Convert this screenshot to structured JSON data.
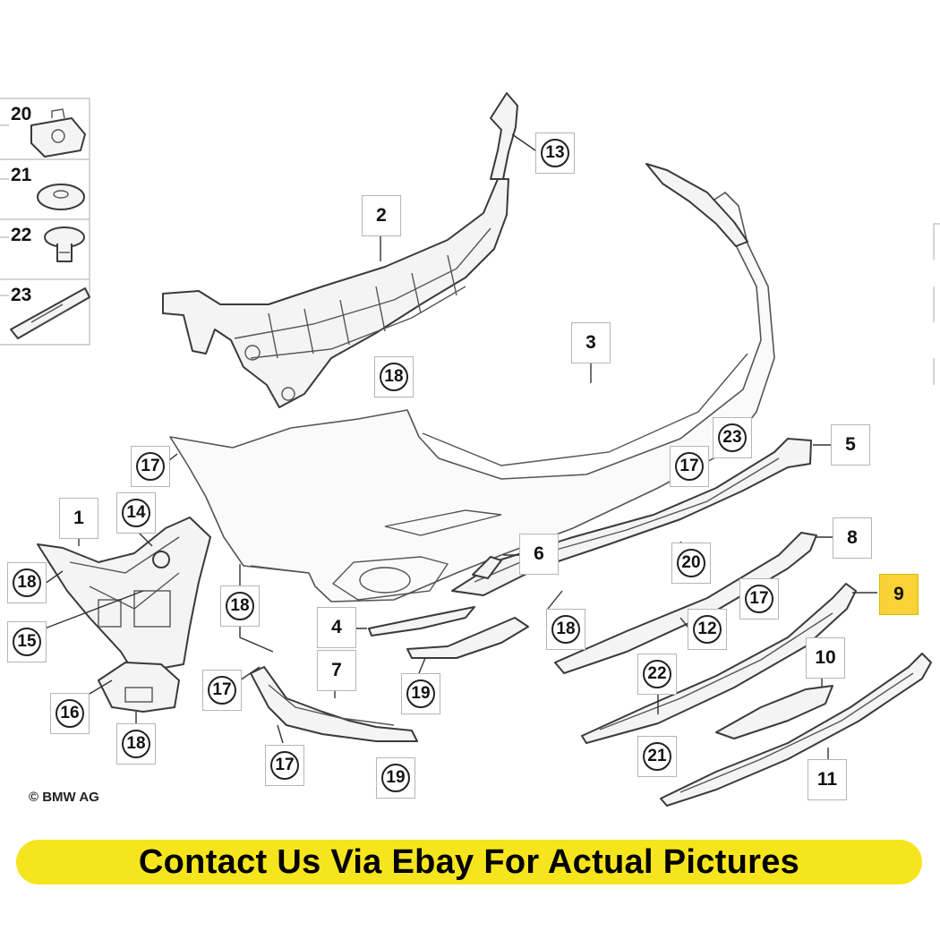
{
  "diagram": {
    "copyright": "© BMW AG",
    "banner_text": "Contact Us Via Ebay For Actual Pictures",
    "highlight_color": "#f8d237",
    "banner_color": "#f6e51c",
    "grid_items": [
      {
        "label": "20",
        "icon": "clip-nut-icon"
      },
      {
        "label": "21",
        "icon": "washer-icon"
      },
      {
        "label": "22",
        "icon": "push-rivet-icon"
      },
      {
        "label": "23",
        "icon": "bracket-clip-icon"
      }
    ],
    "callouts": [
      {
        "label": "13",
        "style": "circled"
      },
      {
        "label": "2",
        "style": "plain"
      },
      {
        "label": "18",
        "style": "circled"
      },
      {
        "label": "3",
        "style": "plain"
      },
      {
        "label": "17",
        "style": "circled"
      },
      {
        "label": "23",
        "style": "circled"
      },
      {
        "label": "17",
        "style": "circled"
      },
      {
        "label": "5",
        "style": "plain"
      },
      {
        "label": "1",
        "style": "plain"
      },
      {
        "label": "14",
        "style": "circled"
      },
      {
        "label": "18",
        "style": "circled"
      },
      {
        "label": "15",
        "style": "circled"
      },
      {
        "label": "6",
        "style": "plain"
      },
      {
        "label": "8",
        "style": "plain"
      },
      {
        "label": "20",
        "style": "circled"
      },
      {
        "label": "18",
        "style": "circled"
      },
      {
        "label": "4",
        "style": "plain"
      },
      {
        "label": "17",
        "style": "circled"
      },
      {
        "label": "9",
        "style": "plain-highlight"
      },
      {
        "label": "12",
        "style": "circled"
      },
      {
        "label": "18",
        "style": "circled"
      },
      {
        "label": "17",
        "style": "circled"
      },
      {
        "label": "7",
        "style": "plain"
      },
      {
        "label": "19",
        "style": "circled"
      },
      {
        "label": "10",
        "style": "plain"
      },
      {
        "label": "22",
        "style": "circled"
      },
      {
        "label": "16",
        "style": "circled"
      },
      {
        "label": "18",
        "style": "circled"
      },
      {
        "label": "17",
        "style": "circled"
      },
      {
        "label": "19",
        "style": "circled"
      },
      {
        "label": "21",
        "style": "circled"
      },
      {
        "label": "11",
        "style": "plain"
      }
    ]
  }
}
